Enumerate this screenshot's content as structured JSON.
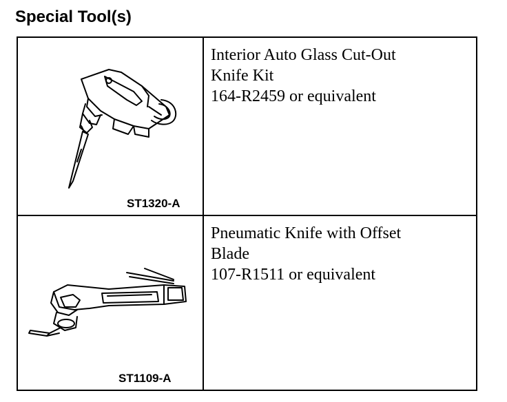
{
  "heading": "Special Tool(s)",
  "tools": [
    {
      "description_lines": [
        "Interior Auto Glass Cut-Out",
        "Knife Kit",
        "164-R2459 or equivalent"
      ],
      "figure_code": "ST1320-A",
      "illustration": "cut-out-knife-icon"
    },
    {
      "description_lines": [
        "Pneumatic Knife with Offset",
        "Blade",
        "107-R1511 or equivalent"
      ],
      "figure_code": "ST1109-A",
      "illustration": "pneumatic-knife-icon"
    }
  ]
}
